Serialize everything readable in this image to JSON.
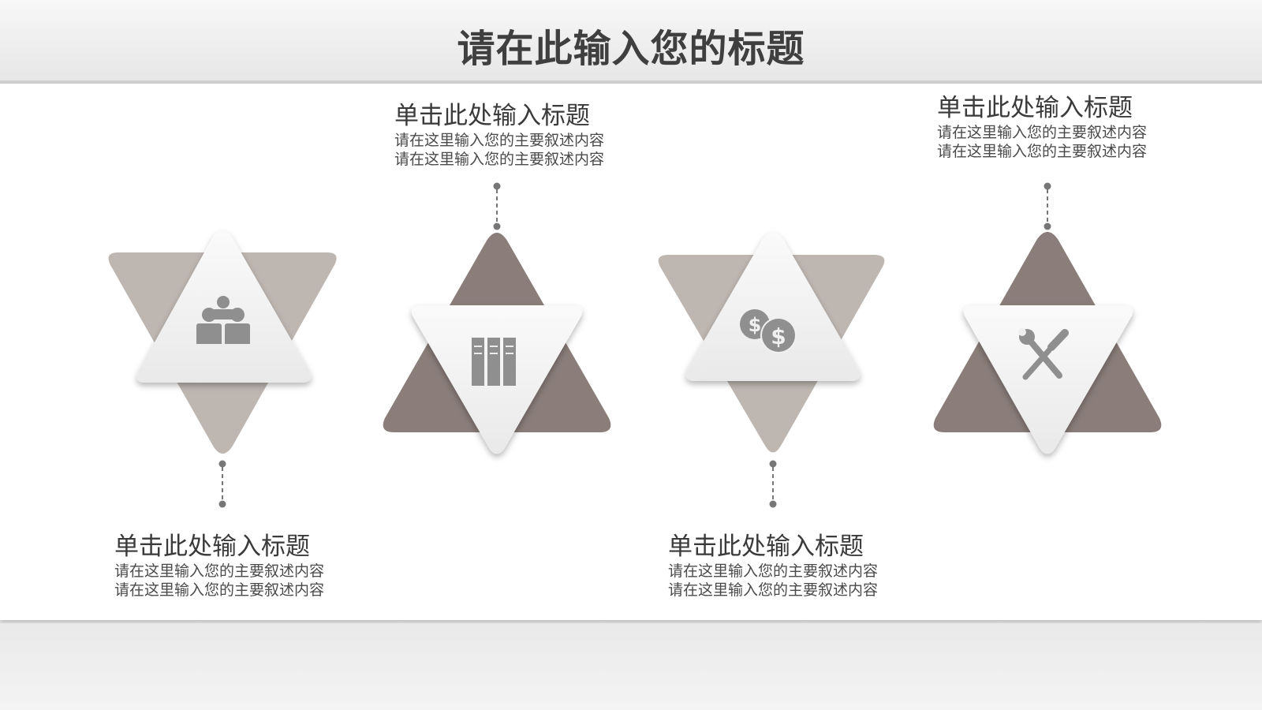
{
  "page": {
    "title": "请在此输入您的标题"
  },
  "steps": [
    {
      "heading": "单击此处输入标题",
      "line1": "请在这里输入您的主要叙述内容",
      "line2": "请在这里输入您的主要叙述内容",
      "icon": "people-icon"
    },
    {
      "heading": "单击此处输入标题",
      "line1": "请在这里输入您的主要叙述内容",
      "line2": "请在这里输入您的主要叙述内容",
      "icon": "books-icon"
    },
    {
      "heading": "单击此处输入标题",
      "line1": "请在这里输入您的主要叙述内容",
      "line2": "请在这里输入您的主要叙述内容",
      "icon": "dollar-coins-icon"
    },
    {
      "heading": "单击此处输入标题",
      "line1": "请在这里输入您的主要叙述内容",
      "line2": "请在这里输入您的主要叙述内容",
      "icon": "tools-icon"
    }
  ],
  "colors": {
    "light_triangle": "#bdb6b1",
    "dark_triangle": "#8a7d7a",
    "card": "#f1f1f1",
    "icon": "#8f8f8f",
    "connector": "#777777"
  }
}
